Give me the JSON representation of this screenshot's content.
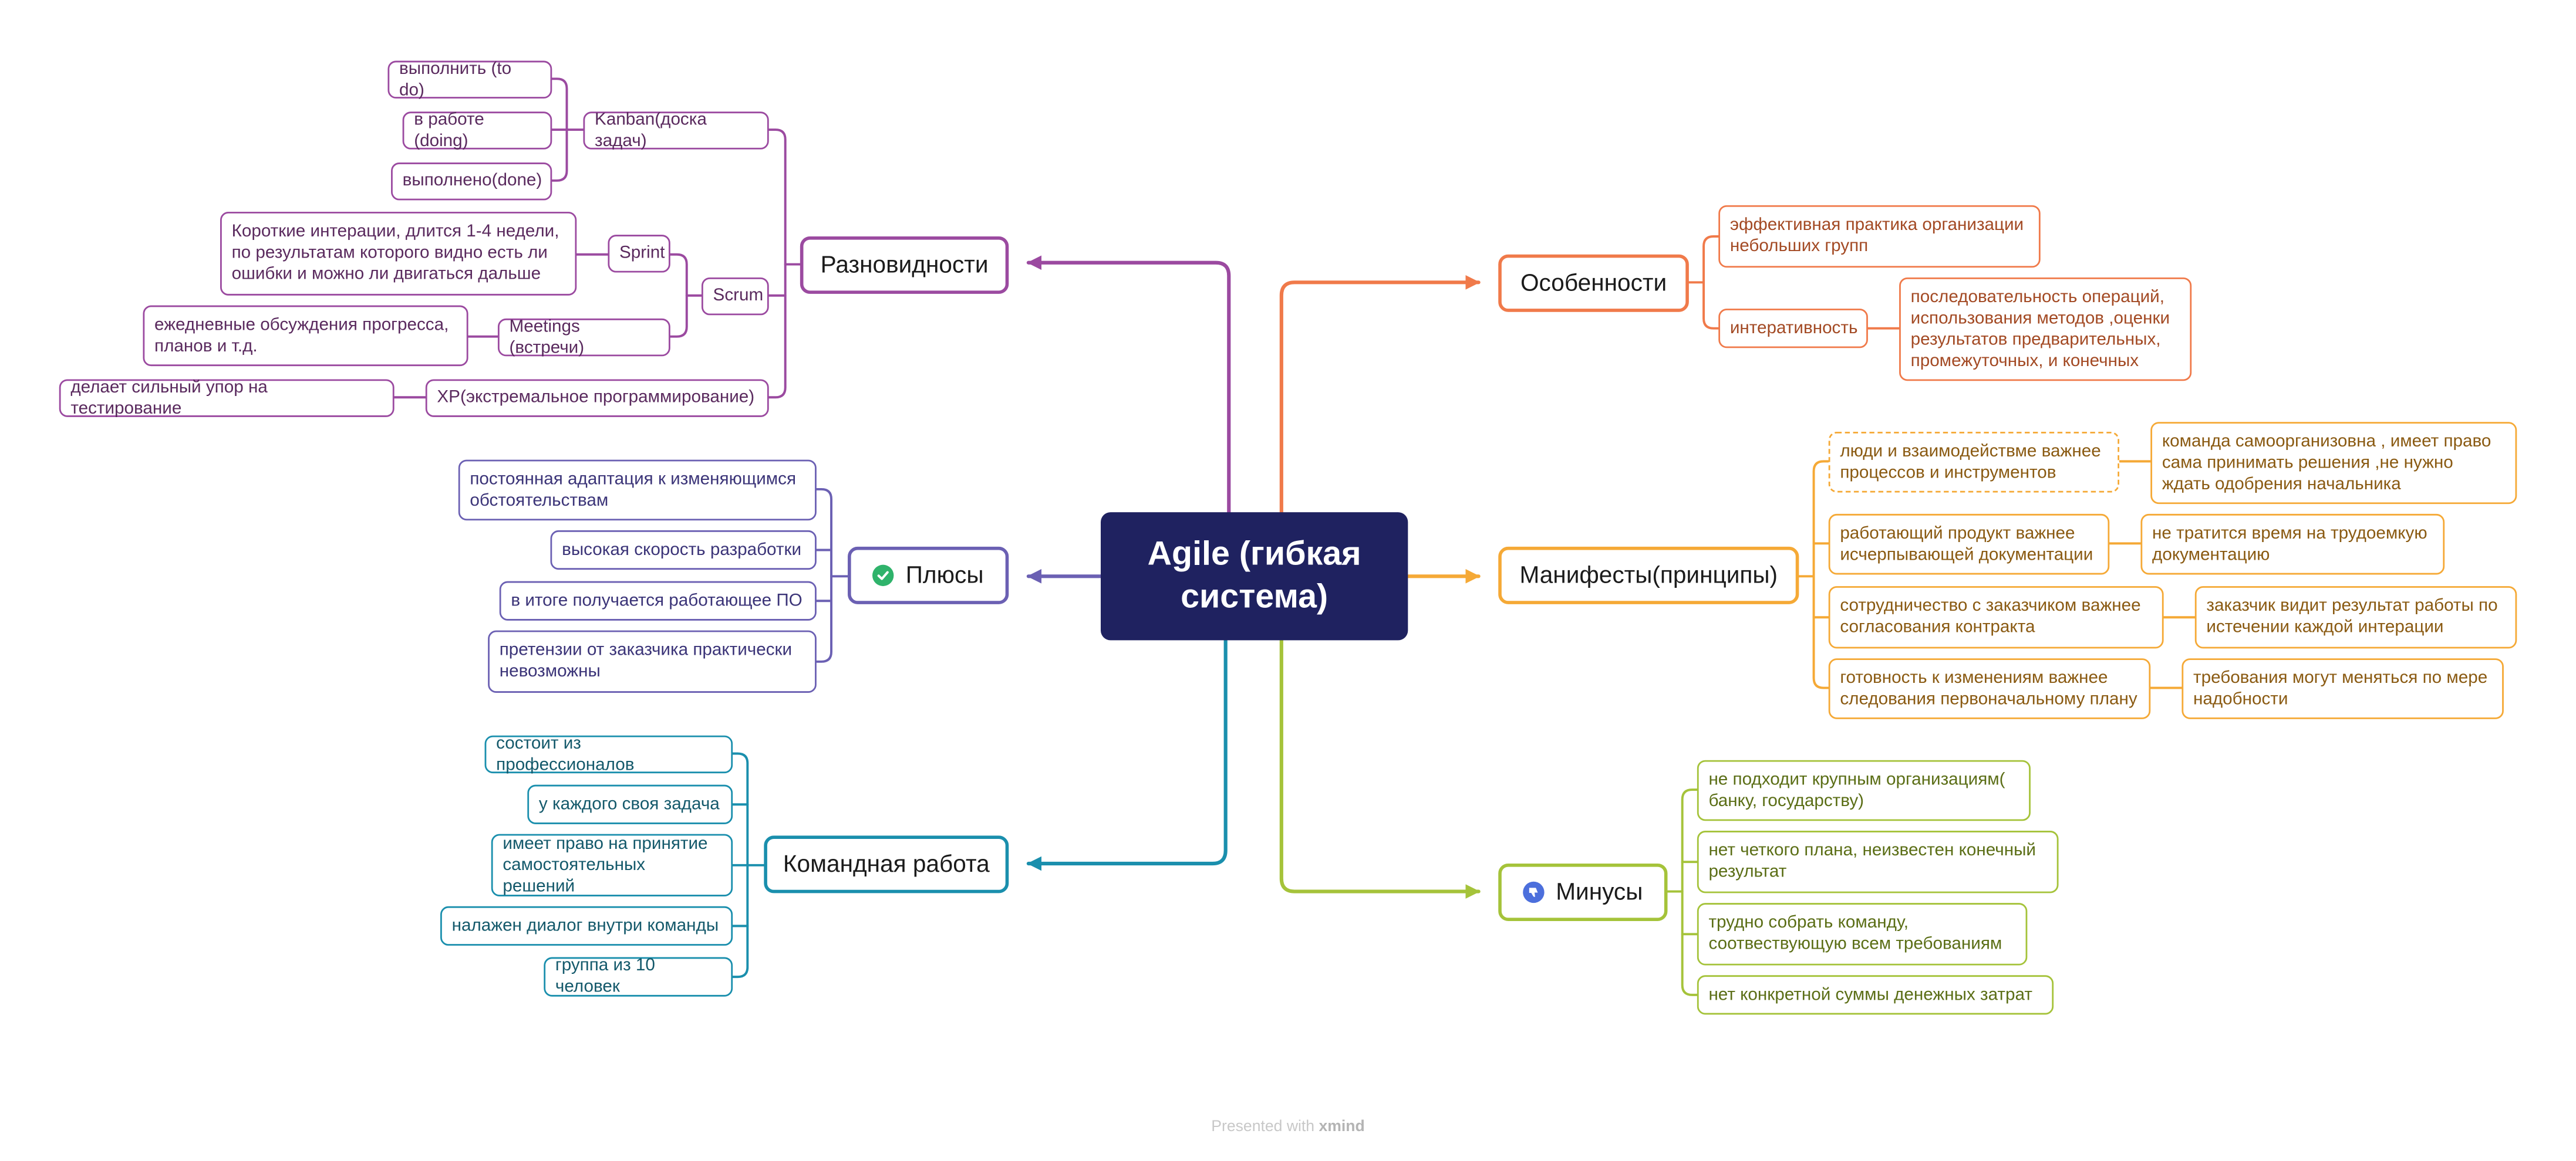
{
  "colors": {
    "root": "#1f2260",
    "razno": "#9b4aa0",
    "plusy": "#6b60b3",
    "komanda": "#1a8fad",
    "osob": "#f07a4a",
    "manif": "#f5a936",
    "minusy": "#a5c33a"
  },
  "root": {
    "label": "Agile (гибкая\nсистема)"
  },
  "topics": {
    "razno": "Разновидности",
    "plusy": "Плюсы",
    "plusy_icon": "check-circle-icon",
    "komanda": "Командная работа",
    "osob": "Особенности",
    "manif": "Манифесты(принципы)",
    "minusy": "Минусы",
    "minusy_icon": "thumbs-down-icon"
  },
  "razno": {
    "kanban": "Kanban(доска задач)",
    "todo": "выполнить (to do)",
    "doing": "в работе (doing)",
    "done": "выполнено(done)",
    "scrum": "Scrum",
    "sprint": "Sprint",
    "sprint_desc": "Короткие интерации, длится 1-4 недели,\nпо результатам которого видно есть ли\nошибки и можно ли двигаться дальше",
    "meetings": "Meetings (встречи)",
    "meetings_desc": "ежедневные обсуждения прогресса,\nпланов и т.д.",
    "xp": "XP(экстремальное программирование)",
    "xp_desc": "делает сильный упор на тестирование"
  },
  "plusy": {
    "items": [
      "постоянная адаптация к изменяющимся\nобстоятельствам",
      "высокая скорость разработки",
      "в итоге получается работающее ПО",
      "претензии от заказчика практически\nневозможны"
    ]
  },
  "komanda": {
    "items": [
      "состоит из профессионалов",
      "у каждого своя задача",
      "имеет право на принятие\nсамостоятельных решений",
      "налажен диалог внутри команды",
      "группа из 10 человек"
    ]
  },
  "osob": {
    "practice": "эффективная практика организации\nнебольших групп",
    "iter": "интеративность",
    "iter_desc": "последовательность операций,\nиспользования методов ,оценки\nрезультатов предварительных,\nпромежуточных, и конечных"
  },
  "manif": {
    "items": [
      {
        "principle": "люди и взаимодействме важнее\nпроцессов и инструментов",
        "note": " команда самоорганизовна , имеет право\nсама принимать решения ,не нужно\nждать одобрения начальника"
      },
      {
        "principle": "работающий продукт важнее\nисчерпывающей документации",
        "note": "не тратится время на трудоемкую\nдокументацию"
      },
      {
        "principle": "сотрудничество с заказчиком важнее\nсогласования контракта",
        "note": "заказчик видит результат работы по\nистечении каждой интерации"
      },
      {
        "principle": "готовность к изменениям важнее\nследования первоначальному плану",
        "note": "требования могут меняться по мере\nнадобности"
      }
    ]
  },
  "minusy": {
    "items": [
      "не подходит крупным организациям(\nбанку, государству)",
      "нет четкого плана, неизвестен конечный\nрезультат",
      "трудно собрать команду,\nсоотвествующую всем требованиям",
      "нет конкретной суммы  денежных затрат"
    ]
  },
  "footer": {
    "prefix": "Presented with",
    "brand": "xmind"
  }
}
